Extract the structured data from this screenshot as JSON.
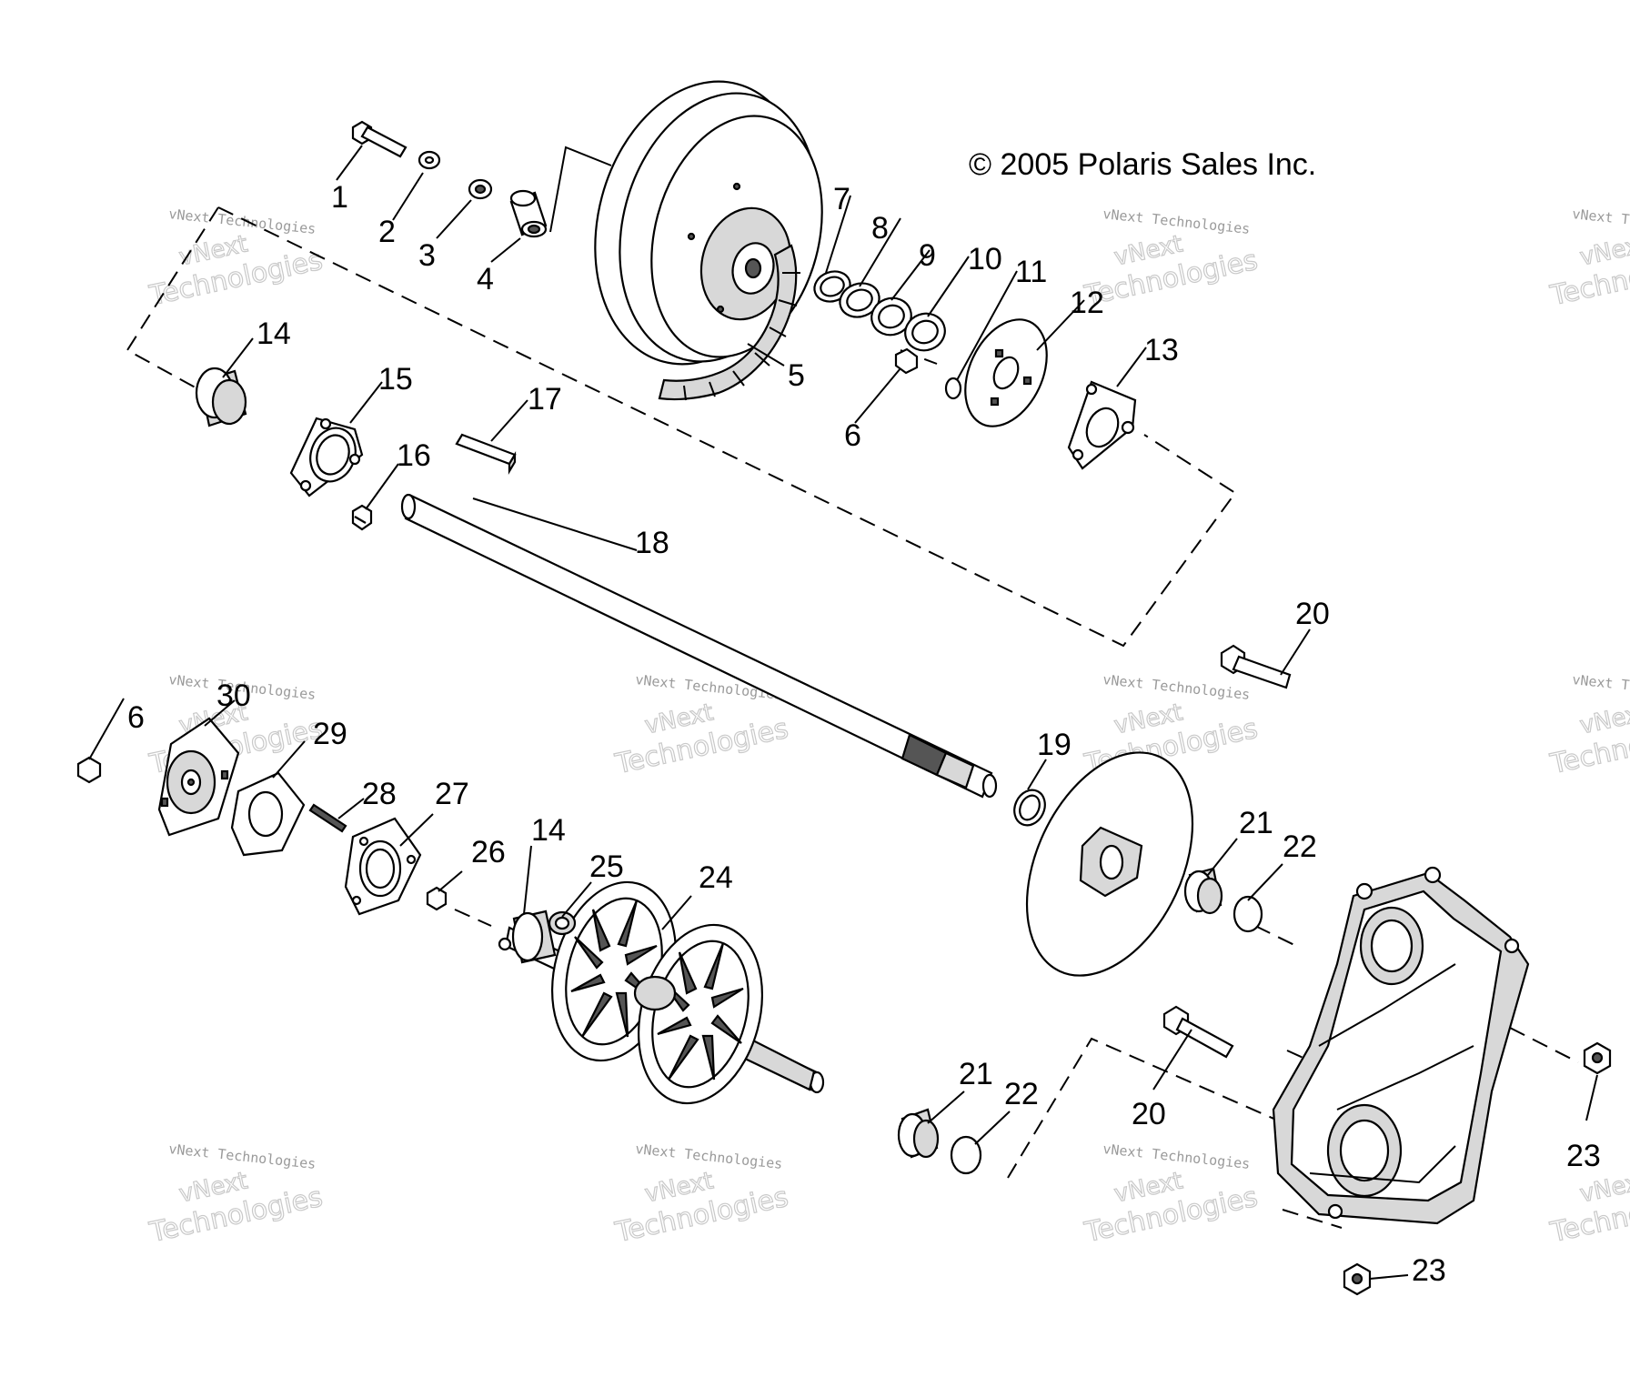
{
  "copyright": "© 2005 Polaris Sales Inc.",
  "watermark": {
    "line1": "vNext",
    "line2": "Technologies",
    "small": "vNext Technologies"
  },
  "labels": {
    "l1": "1",
    "l2": "2",
    "l3": "3",
    "l4": "4",
    "l5": "5",
    "l6a": "6",
    "l7": "7",
    "l8": "8",
    "l9": "9",
    "l10": "10",
    "l11": "11",
    "l12": "12",
    "l13": "13",
    "l14a": "14",
    "l15": "15",
    "l16": "16",
    "l17": "17",
    "l18": "18",
    "l19": "19",
    "l20a": "20",
    "l30": "30",
    "l6b": "6",
    "l29": "29",
    "l28": "28",
    "l27": "27",
    "l26": "26",
    "l14b": "14",
    "l25": "25",
    "l24": "24",
    "l21a": "21",
    "l22a": "22",
    "l21b": "21",
    "l22b": "22",
    "l20b": "20",
    "l23a": "23",
    "l23b": "23"
  }
}
